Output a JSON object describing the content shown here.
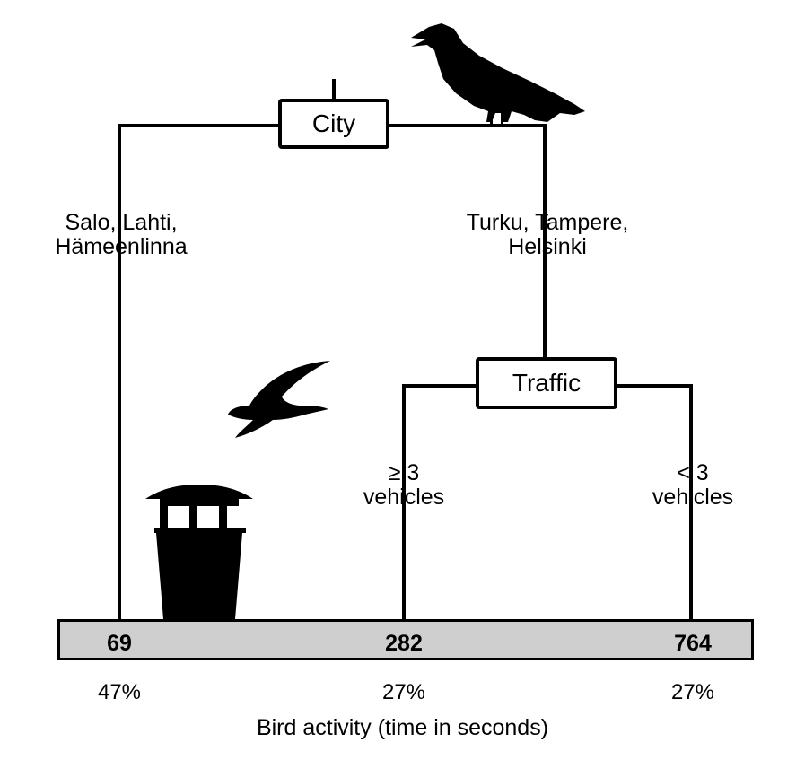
{
  "root_node": {
    "label": "City"
  },
  "split_node": {
    "label": "Traffic"
  },
  "branches": {
    "left_cities": [
      "Salo, Lahti,",
      "Hämeenlinna"
    ],
    "right_cities": [
      "Turku, Tampere,",
      "Helsinki"
    ],
    "traffic_high": [
      "≥ 3",
      "vehicles"
    ],
    "traffic_low": [
      "< 3",
      "vehicles"
    ]
  },
  "leaves": [
    {
      "value": "69",
      "percent": "47%"
    },
    {
      "value": "282",
      "percent": "27%"
    },
    {
      "value": "764",
      "percent": "27%"
    }
  ],
  "caption": "Bird activity (time in seconds)",
  "icons": [
    "crow-silhouette-icon",
    "gull-silhouette-icon",
    "trash-bin-icon"
  ],
  "colors": {
    "leaf_bar": "#cfcfcf",
    "lines": "#000000"
  }
}
